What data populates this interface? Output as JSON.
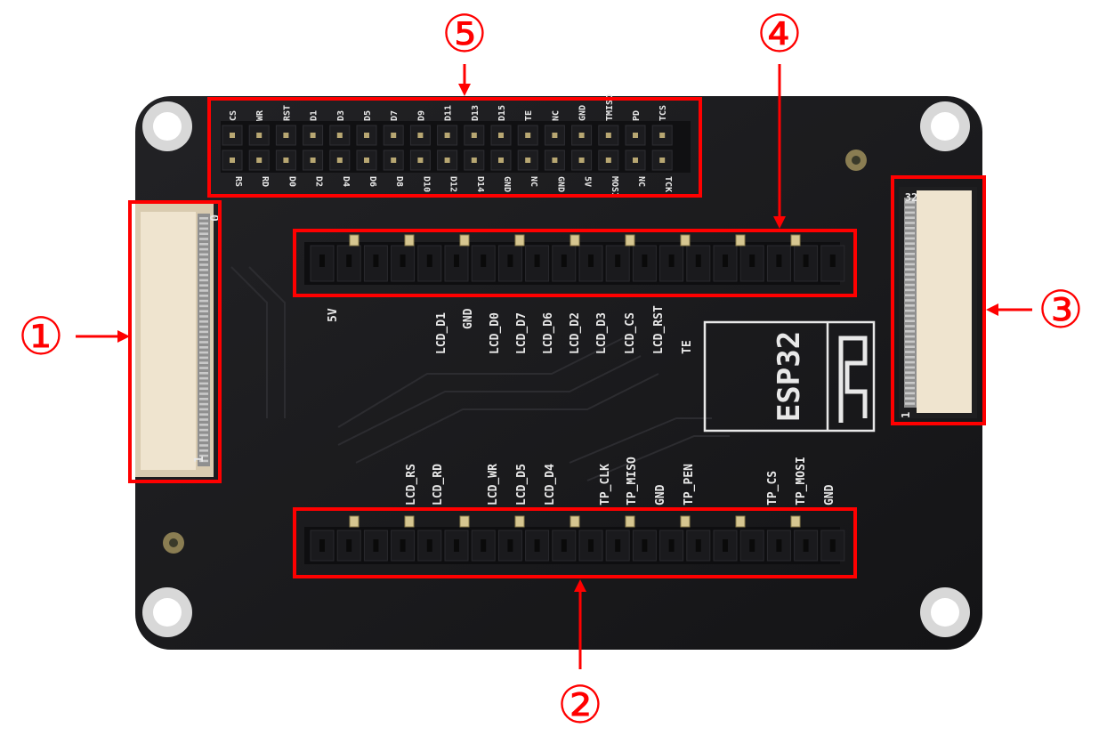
{
  "callouts": {
    "c1": "①",
    "c2": "②",
    "c3": "③",
    "c4": "④",
    "c5": "⑤"
  },
  "board": {
    "module_label": "ESP32",
    "fpc_left": {
      "pin_left_top": "0",
      "pin_left_bottom": "1"
    },
    "fpc_right": {
      "pin_top": "32",
      "pin_bottom": "1"
    },
    "header_top_row": [
      "CS",
      "WR",
      "RST",
      "D1",
      "D3",
      "D5",
      "D7",
      "D9",
      "D11",
      "D13",
      "D15",
      "TE",
      "NC",
      "GND",
      "TMISO",
      "PD",
      "TCS"
    ],
    "header_bottom_row": [
      "RS",
      "RD",
      "D0",
      "D2",
      "D4",
      "D6",
      "D8",
      "D10",
      "D12",
      "D14",
      "GND",
      "NC",
      "GND",
      "5V",
      "MOSI",
      "NC",
      "TCK"
    ],
    "header4_labels": [
      "5V",
      "LCD_D1",
      "GND",
      "LCD_D0",
      "LCD_D7",
      "LCD_D6",
      "LCD_D2",
      "LCD_D3",
      "LCD_CS",
      "LCD_RST",
      "TE"
    ],
    "header2_labels": [
      "LCD_RS",
      "LCD_RD",
      "LCD_WR",
      "LCD_D5",
      "LCD_D4",
      "TP_CLK",
      "TP_MISO",
      "GND",
      "TP_PEN",
      "TP_CS",
      "TP_MOSI",
      "GND"
    ]
  },
  "colors": {
    "pcb": "#1b1b1d",
    "silkscreen": "#e8e8e8",
    "callout_red": "#ff0000",
    "connector_beige": "#e9dcc4",
    "pad_gold": "#c7b37a"
  }
}
